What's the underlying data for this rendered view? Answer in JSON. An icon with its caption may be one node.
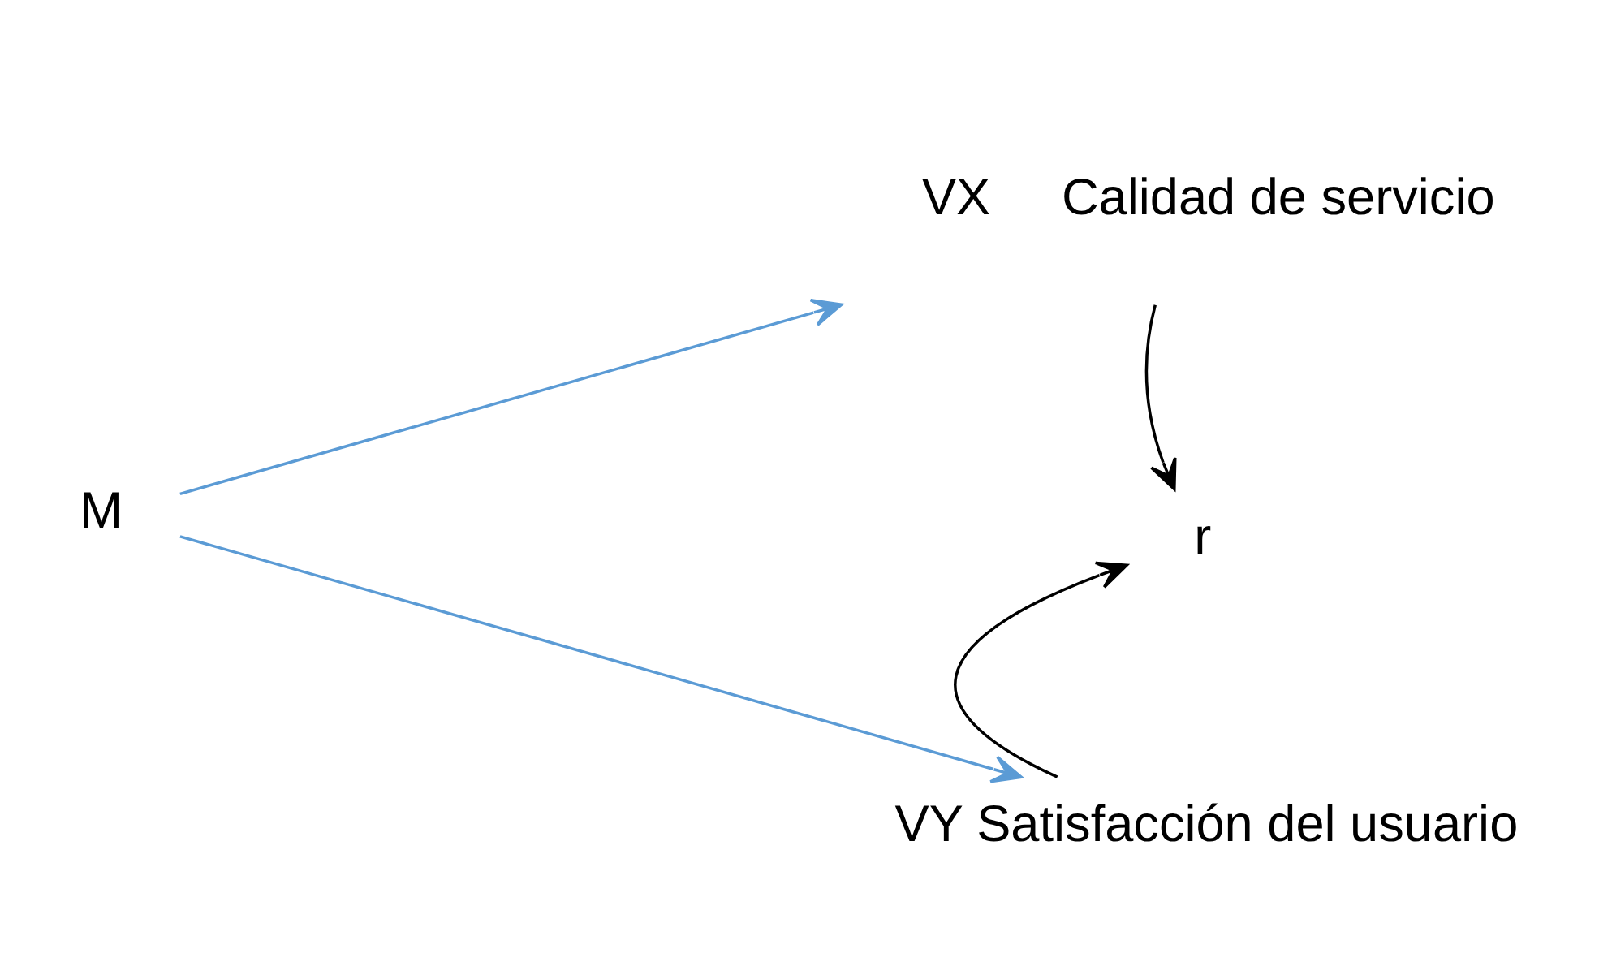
{
  "diagram": {
    "nodes": [
      {
        "text": [
          "M"
        ]
      },
      {
        "text": [
          "VX"
        ],
        "beside": [
          "Calidad de servicio"
        ]
      },
      {
        "text": [
          "r"
        ]
      },
      {
        "text": [
          "VY Satisfacción del usuario"
        ]
      }
    ],
    "edges": [
      {
        "from": 0,
        "to": 1,
        "arrow": "to",
        "color": "#5b9bd5"
      },
      {
        "from": 0,
        "to": 3,
        "arrow": "to",
        "color": "#5b9bd5"
      },
      {
        "from": 1,
        "to": 2,
        "arrow": "to",
        "color": "#000000"
      },
      {
        "from": 3,
        "to": 2,
        "arrow": "to",
        "color": "#000000"
      }
    ]
  }
}
